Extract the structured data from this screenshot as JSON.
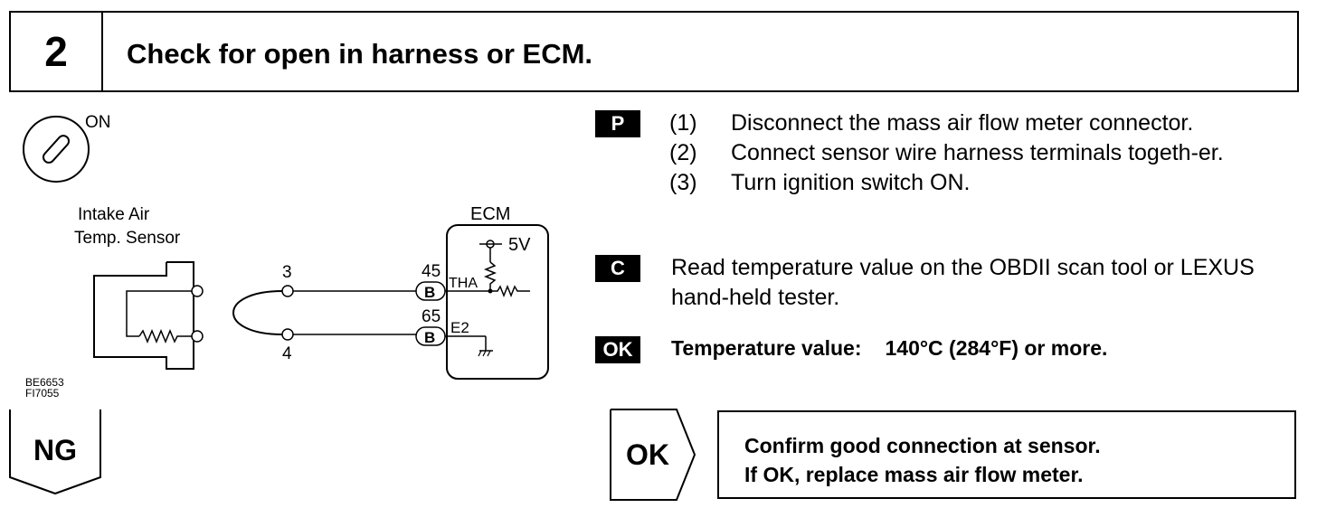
{
  "header": {
    "step_number": "2",
    "title": "Check for open in harness or ECM."
  },
  "diagram": {
    "ignition_label": "ON",
    "sensor_label_line1": "Intake Air",
    "sensor_label_line2": "Temp. Sensor",
    "ecm_label": "ECM",
    "voltage_label": "5V",
    "harness_pin_top": "3",
    "harness_pin_bottom": "4",
    "ecm_pin_top": "45",
    "ecm_pin_bottom": "65",
    "connector_top": "B",
    "connector_bottom": "B",
    "terminal_top": "THA",
    "terminal_bottom": "E2",
    "figure_codes": [
      "BE6653",
      "FI7055"
    ]
  },
  "tags": {
    "prep": "P",
    "check": "C",
    "ok": "OK"
  },
  "steps": [
    {
      "num": "(1)",
      "text": "Disconnect the mass air flow meter connector."
    },
    {
      "num": "(2)",
      "text": "Connect sensor wire harness terminals togeth-er."
    },
    {
      "num": "(3)",
      "text": "Turn ignition switch ON."
    }
  ],
  "check_text": "Read temperature value on the OBDII scan tool or LEXUS hand-held tester.",
  "ok_criteria": {
    "label": "Temperature value:",
    "value": "140°C (284°F) or more."
  },
  "ng_label": "NG",
  "ok_button_label": "OK",
  "result": {
    "line1": "Confirm good connection at sensor.",
    "line2": "If OK, replace mass air flow meter."
  }
}
